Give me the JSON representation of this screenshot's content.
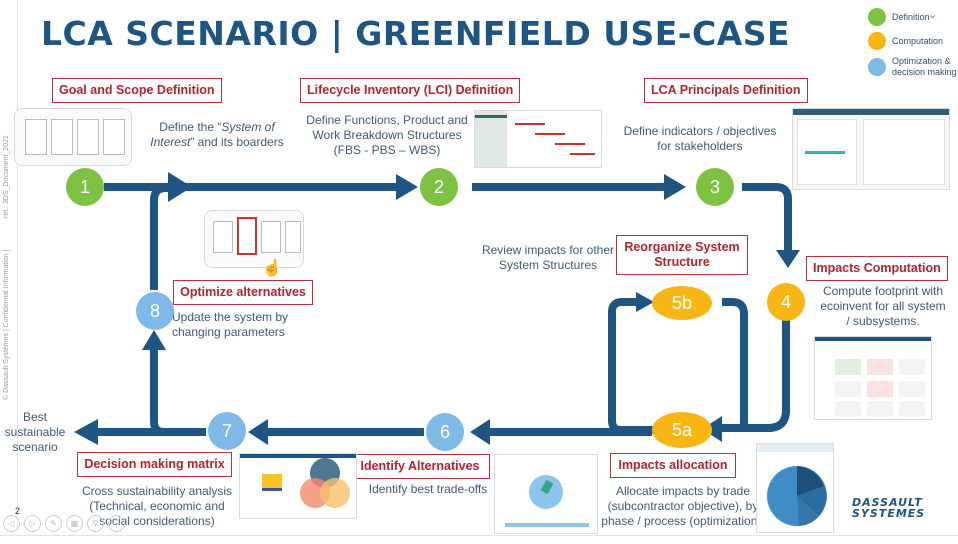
{
  "title": "LCA SCENARIO | GREENFIELD USE-CASE",
  "sidebar_text": {
    "copyright": "© Dassault Systèmes | Confidential Information |",
    "ref": "ref.: 3DS_Document_2021"
  },
  "legend": [
    {
      "label": "Definition",
      "color": "#7dc242"
    },
    {
      "label": "Computation",
      "color": "#f8b615"
    },
    {
      "label": "Optimization & decision making",
      "color": "#7fb9e8"
    }
  ],
  "legend_toggle_icon": "chevron-down-icon",
  "steps": {
    "s1": {
      "num": "1",
      "box": "Goal and Scope Definition",
      "desc_pre": "Define the “",
      "desc_em": "System of Interest",
      "desc_post": "” and its boarders"
    },
    "s2": {
      "num": "2",
      "box": "Lifecycle Inventory (LCI) Definition",
      "desc": [
        "Define Functions, Product and",
        "Work Breakdown Structures",
        "(FBS - PBS – WBS)"
      ]
    },
    "s3": {
      "num": "3",
      "box": "LCA Principals Definition",
      "desc": [
        "Define indicators / objectives",
        "for stakeholders"
      ]
    },
    "s4": {
      "num": "4",
      "box": "Impacts Computation",
      "desc": [
        "Compute footprint with",
        "ecoinvent for all system",
        "/ subsystems."
      ]
    },
    "s5a": {
      "num": "5a",
      "box": "Impacts allocation",
      "desc": [
        "Allocate impacts by trade",
        "(subcontractor objective), by",
        "phase / process (optimization)."
      ]
    },
    "s5b": {
      "num": "5b",
      "box": [
        "Reorganize System",
        "Structure"
      ],
      "desc": [
        "Review impacts for other",
        "System Structures"
      ]
    },
    "s6": {
      "num": "6",
      "box": "Identify Alternatives",
      "desc": [
        "Identify best trade-offs"
      ]
    },
    "s7": {
      "num": "7",
      "box": "Decision making matrix",
      "desc": [
        "Cross sustainability analysis",
        "(Technical, economic and",
        "social considerations)"
      ]
    },
    "s8": {
      "num": "8",
      "box": "Optimize alternatives",
      "desc": [
        "Update the system by",
        "changing parameters"
      ]
    }
  },
  "outcome": [
    "Best",
    "sustainable",
    "scenario"
  ],
  "brand": [
    "DASSAULT",
    "SYSTEMES"
  ],
  "page_number": "2",
  "nav": [
    "prev-icon",
    "next-icon",
    "pen-icon",
    "slides-icon",
    "zoom-icon",
    "more-icon"
  ]
}
